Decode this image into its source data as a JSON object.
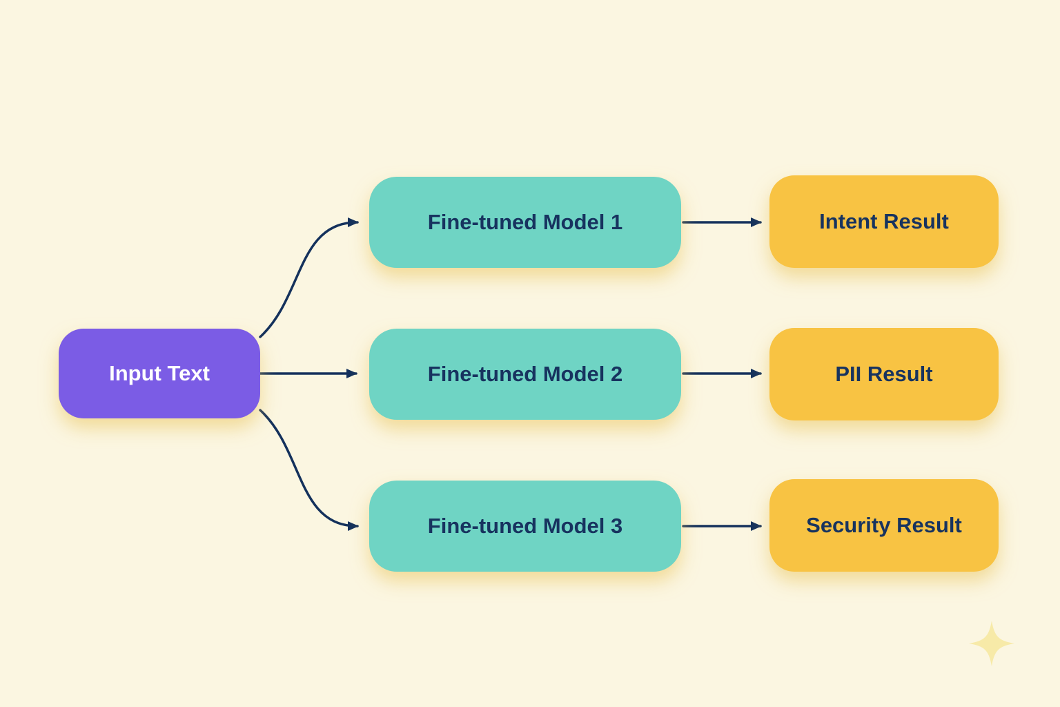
{
  "diagram": {
    "nodes": {
      "input": {
        "label": "Input Text"
      },
      "models": [
        {
          "label": "Fine-tuned Model 1"
        },
        {
          "label": "Fine-tuned Model 2"
        },
        {
          "label": "Fine-tuned Model 3"
        }
      ],
      "results": [
        {
          "label": "Intent Result"
        },
        {
          "label": "PII Result"
        },
        {
          "label": "Security Result"
        }
      ]
    },
    "edges": [
      {
        "from": "Input Text",
        "to": "Fine-tuned Model 1"
      },
      {
        "from": "Input Text",
        "to": "Fine-tuned Model 2"
      },
      {
        "from": "Input Text",
        "to": "Fine-tuned Model 3"
      },
      {
        "from": "Fine-tuned Model 1",
        "to": "Intent Result"
      },
      {
        "from": "Fine-tuned Model 2",
        "to": "PII Result"
      },
      {
        "from": "Fine-tuned Model 3",
        "to": "Security Result"
      }
    ],
    "colors": {
      "background": "#FBF6E1",
      "input_fill": "#7B5CE5",
      "model_fill": "#6FD4C4",
      "result_fill": "#F8C343",
      "text_dark": "#17335F",
      "text_light": "#FFFFFF",
      "arrow": "#14315C",
      "sparkle": "#F7EAA8"
    }
  }
}
